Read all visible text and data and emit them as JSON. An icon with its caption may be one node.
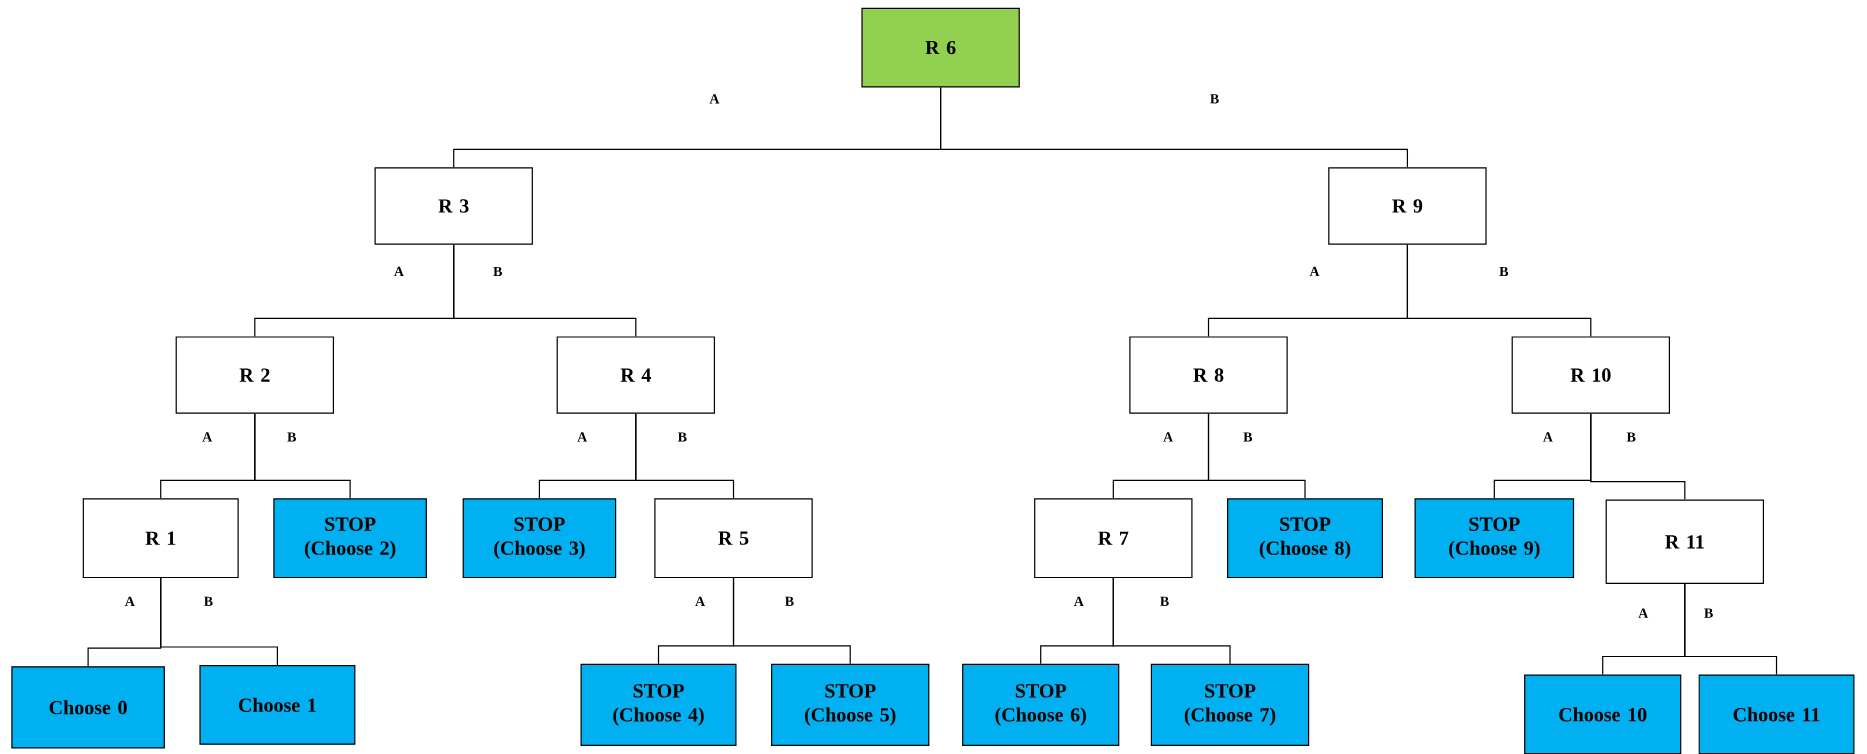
{
  "diagram": {
    "nodes": [
      {
        "text": [
          "R 6"
        ]
      },
      {
        "text": [
          "R 3"
        ]
      },
      {
        "text": [
          "R 9"
        ]
      },
      {
        "text": [
          "R 2"
        ]
      },
      {
        "text": [
          "R 4"
        ]
      },
      {
        "text": [
          "R 8"
        ]
      },
      {
        "text": [
          "R 10"
        ]
      },
      {
        "text": [
          "R 1"
        ]
      },
      {
        "text": [
          "STOP (Choose 2)"
        ]
      },
      {
        "text": [
          "STOP (Choose 3)"
        ]
      },
      {
        "text": [
          "R 5"
        ]
      },
      {
        "text": [
          "R 7"
        ]
      },
      {
        "text": [
          "STOP (Choose 8)"
        ]
      },
      {
        "text": [
          "STOP (Choose 9)"
        ]
      },
      {
        "text": [
          "R 11"
        ]
      },
      {
        "text": [
          "Choose 0"
        ]
      },
      {
        "text": [
          "Choose 1"
        ]
      },
      {
        "text": [
          "STOP (Choose 4)"
        ]
      },
      {
        "text": [
          "STOP (Choose 5)"
        ]
      },
      {
        "text": [
          "STOP (Choose 6)"
        ]
      },
      {
        "text": [
          "STOP (Choose 7)"
        ]
      },
      {
        "text": [
          "Choose 10"
        ]
      },
      {
        "text": [
          "Choose 11"
        ]
      }
    ],
    "edges": [
      {
        "from": 0,
        "to": 1,
        "arrow": "none",
        "label": "A"
      },
      {
        "from": 0,
        "to": 2,
        "arrow": "none",
        "label": "B"
      },
      {
        "from": 1,
        "to": 3,
        "arrow": "none",
        "label": "A"
      },
      {
        "from": 1,
        "to": 4,
        "arrow": "none",
        "label": "B"
      },
      {
        "from": 2,
        "to": 5,
        "arrow": "none",
        "label": "A"
      },
      {
        "from": 2,
        "to": 6,
        "arrow": "none",
        "label": "B"
      },
      {
        "from": 3,
        "to": 7,
        "arrow": "none",
        "label": "A"
      },
      {
        "from": 3,
        "to": 8,
        "arrow": "none",
        "label": "B"
      },
      {
        "from": 4,
        "to": 9,
        "arrow": "none",
        "label": "A"
      },
      {
        "from": 4,
        "to": 10,
        "arrow": "none",
        "label": "B"
      },
      {
        "from": 5,
        "to": 11,
        "arrow": "none",
        "label": "A"
      },
      {
        "from": 5,
        "to": 12,
        "arrow": "none",
        "label": "B"
      },
      {
        "from": 6,
        "to": 13,
        "arrow": "none",
        "label": "A"
      },
      {
        "from": 6,
        "to": 14,
        "arrow": "none",
        "label": "B"
      },
      {
        "from": 7,
        "to": 15,
        "arrow": "none",
        "label": "A"
      },
      {
        "from": 7,
        "to": 16,
        "arrow": "none",
        "label": "B"
      },
      {
        "from": 10,
        "to": 17,
        "arrow": "none",
        "label": "A"
      },
      {
        "from": 10,
        "to": 18,
        "arrow": "none",
        "label": "B"
      },
      {
        "from": 11,
        "to": 19,
        "arrow": "none",
        "label": "A"
      },
      {
        "from": 11,
        "to": 20,
        "arrow": "none",
        "label": "B"
      },
      {
        "from": 14,
        "to": 21,
        "arrow": "none",
        "label": "A"
      },
      {
        "from": 14,
        "to": 22,
        "arrow": "none",
        "label": "B"
      }
    ]
  }
}
